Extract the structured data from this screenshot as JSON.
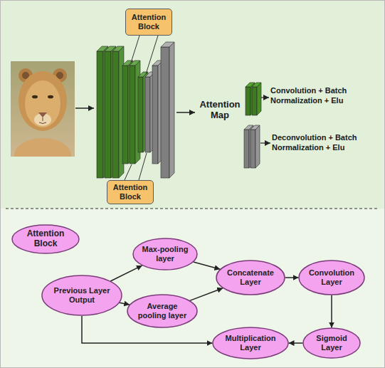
{
  "diagram": {
    "nodes": [
      {
        "text": [
          "Attention Block"
        ]
      },
      {
        "text": [
          "Attention Block"
        ]
      },
      {
        "text": [
          "Attention Block"
        ]
      },
      {
        "text": [
          "Previous Layer Output"
        ]
      },
      {
        "text": [
          "Max-pooling layer"
        ]
      },
      {
        "text": [
          "Average pooling layer"
        ]
      },
      {
        "text": [
          "Concatenate Layer"
        ]
      },
      {
        "text": [
          "Convolution Layer"
        ]
      },
      {
        "text": [
          "Sigmoid Layer"
        ]
      },
      {
        "text": [
          "Multiplication Layer"
        ]
      }
    ],
    "edges": [
      {
        "from": 3,
        "to": 4,
        "arrow": "to"
      },
      {
        "from": 3,
        "to": 5,
        "arrow": "to"
      },
      {
        "from": 4,
        "to": 6,
        "arrow": "to"
      },
      {
        "from": 5,
        "to": 6,
        "arrow": "to"
      },
      {
        "from": 6,
        "to": 7,
        "arrow": "to"
      },
      {
        "from": 7,
        "to": 8,
        "arrow": "to"
      },
      {
        "from": 8,
        "to": 9,
        "arrow": "to"
      },
      {
        "from": 3,
        "to": 9,
        "arrow": "to"
      }
    ],
    "labels": [
      "Attention Map"
    ],
    "legend": [
      {
        "text": "Convolution + Batch Normalization + Elu",
        "color": "#3d7a22"
      },
      {
        "text": "Deconvolution + Batch Normalization + Elu",
        "color": "#808080"
      }
    ]
  }
}
